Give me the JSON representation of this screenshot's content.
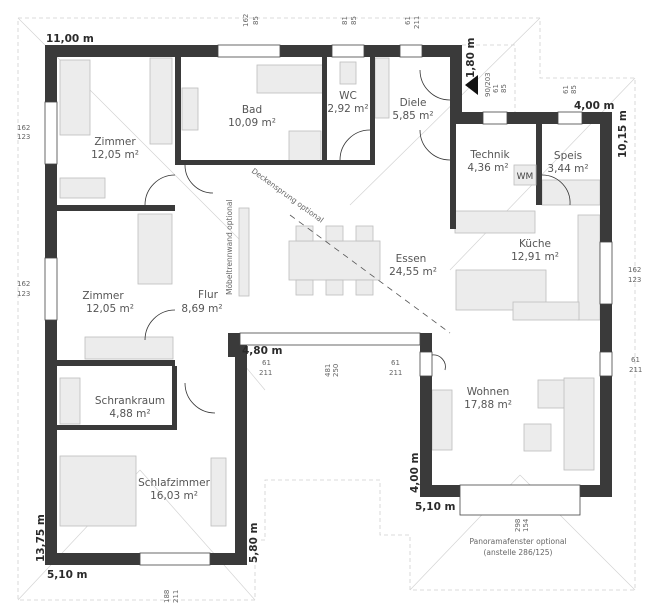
{
  "rooms": [
    {
      "name": "Zimmer",
      "area": "12,05 m²"
    },
    {
      "name": "Bad",
      "area": "10,09 m²"
    },
    {
      "name": "WC",
      "area": "2,92 m²"
    },
    {
      "name": "Diele",
      "area": "5,85 m²"
    },
    {
      "name": "Technik",
      "area": "4,36 m²"
    },
    {
      "name": "Speis",
      "area": "3,44 m²"
    },
    {
      "name": "Zimmer",
      "area": "12,05 m²"
    },
    {
      "name": "Flur",
      "area": "8,69 m²"
    },
    {
      "name": "Essen",
      "area": "24,55 m²"
    },
    {
      "name": "Küche",
      "area": "12,91 m²"
    },
    {
      "name": "Schrankraum",
      "area": "4,88 m²"
    },
    {
      "name": "Schlafzimmer",
      "area": "16,03 m²"
    },
    {
      "name": "Wohnen",
      "area": "17,88 m²"
    }
  ],
  "dimensions": {
    "top": "11,00 m",
    "entry": "1,80 m",
    "kitchen_top": "4,00 m",
    "right": "10,15 m",
    "glass": "4,80 m",
    "left": "13,75 m",
    "bottom_left": "5,10 m",
    "bed_right": "5,80 m",
    "living_left": "4,00 m",
    "living_bottom": "5,10 m"
  },
  "window_labels": {
    "w1a": "162",
    "w1b": "85",
    "w2a": "81",
    "w2b": "85",
    "w3a": "61",
    "w3b": "211",
    "w4a": "61",
    "w4b": "85",
    "w5a": "61",
    "w5b": "85",
    "door_a": "90/203",
    "zl1a": "162",
    "zl1b": "123",
    "zl2a": "162",
    "zl2b": "123",
    "kr_a": "162",
    "kr_b": "123",
    "g1a": "61",
    "g1b": "211",
    "g2a": "481",
    "g2b": "250",
    "g3a": "61",
    "g3b": "211",
    "wr_a": "61",
    "wr_b": "211",
    "pa": "298",
    "pb": "154",
    "ba": "188",
    "bb": "211"
  },
  "kitchen_appliance": "WM",
  "notes": {
    "ceiling": "Deckensprung optional",
    "partition": "Möbeltrennwand optional",
    "panorama1": "Panoramafenster optional",
    "panorama2": "(anstelle 286/125)"
  }
}
